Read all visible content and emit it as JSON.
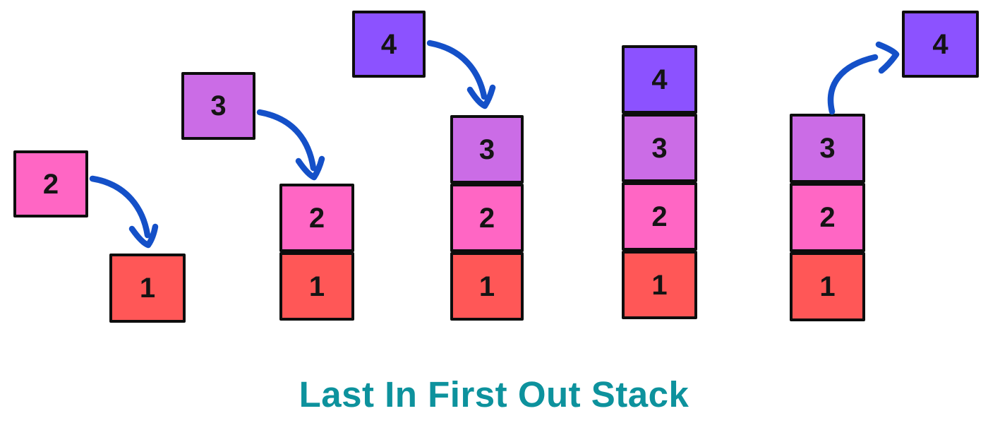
{
  "title": {
    "text": "Last In First Out Stack",
    "color": "#0d929d"
  },
  "colors": {
    "box1_red": "#ff5757",
    "box2_pink": "#ff66c4",
    "box3_purple": "#cb6ce6",
    "box4_violet": "#8c52ff",
    "arrow_blue": "#1450c8",
    "border_black": "#0d0d0d",
    "number_text": "#141414",
    "background": "#ffffff"
  },
  "stages": [
    {
      "step": 1,
      "action": "push",
      "moving_box": "2",
      "stack": [
        "1"
      ]
    },
    {
      "step": 2,
      "action": "push",
      "moving_box": "3",
      "stack": [
        "2",
        "1"
      ]
    },
    {
      "step": 3,
      "action": "push",
      "moving_box": "4",
      "stack": [
        "3",
        "2",
        "1"
      ]
    },
    {
      "step": 4,
      "action": "stack-complete",
      "stack": [
        "4",
        "3",
        "2",
        "1"
      ]
    },
    {
      "step": 5,
      "action": "pop",
      "moving_box": "4",
      "stack": [
        "3",
        "2",
        "1"
      ]
    }
  ]
}
